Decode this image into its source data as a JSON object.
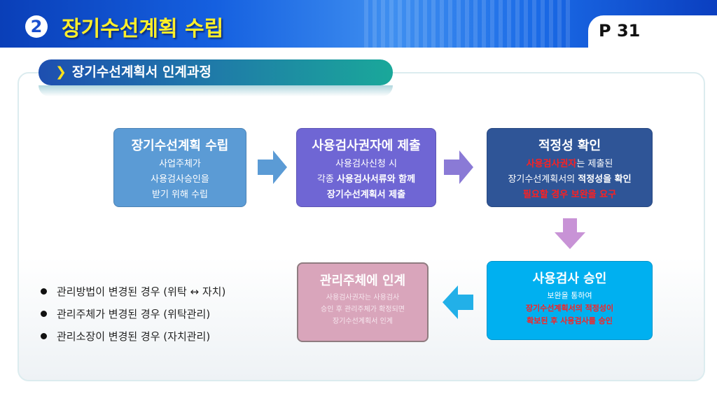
{
  "header": {
    "number": "2",
    "title": "장기수선계획 수립",
    "page": "P 31"
  },
  "section": {
    "title": "장기수선계획서 인계과정"
  },
  "steps": [
    {
      "title": "장기수선계획 수립",
      "lines": [
        "사업주체가",
        "사용검사승인을",
        "받기 위해 수립"
      ],
      "color": "#5b9bd5"
    },
    {
      "title": "사용검사권자에 제출",
      "line1": "사용검사신청 시",
      "line2a": "각종 ",
      "line2b": "사용검사서류와 함께",
      "line3": "장기수선계획서 제출",
      "color": "#6f66d4"
    },
    {
      "title": "적정성 확인",
      "line1a": "사용검사권자",
      "line1b": "는 제출된",
      "line2a": "장기수선계획서의 ",
      "line2b": "적정성을 확인",
      "line3": "필요할 경우 보완을 요구",
      "color": "#2f5597"
    },
    {
      "title": "사용검사 승인",
      "line1": "보완을 통하여",
      "line2": "장기수선계획서의 적정성이",
      "line3": "확보된 후 사용검사를 승인",
      "color": "#00b0f0"
    },
    {
      "title": "관리주체에 인계",
      "lines": [
        "사용검사권자는 사용검사",
        "승인 후 관리주체가 확정되면",
        "장기수선계획서 인계"
      ],
      "color": "#d9a5bb"
    }
  ],
  "bullets": [
    "관리방법이 변경된 경우 (위탁 ↔ 자치)",
    "관리주체가 변경된 경우 (위탁관리)",
    "관리소장이 변경된 경우 (자치관리)"
  ]
}
